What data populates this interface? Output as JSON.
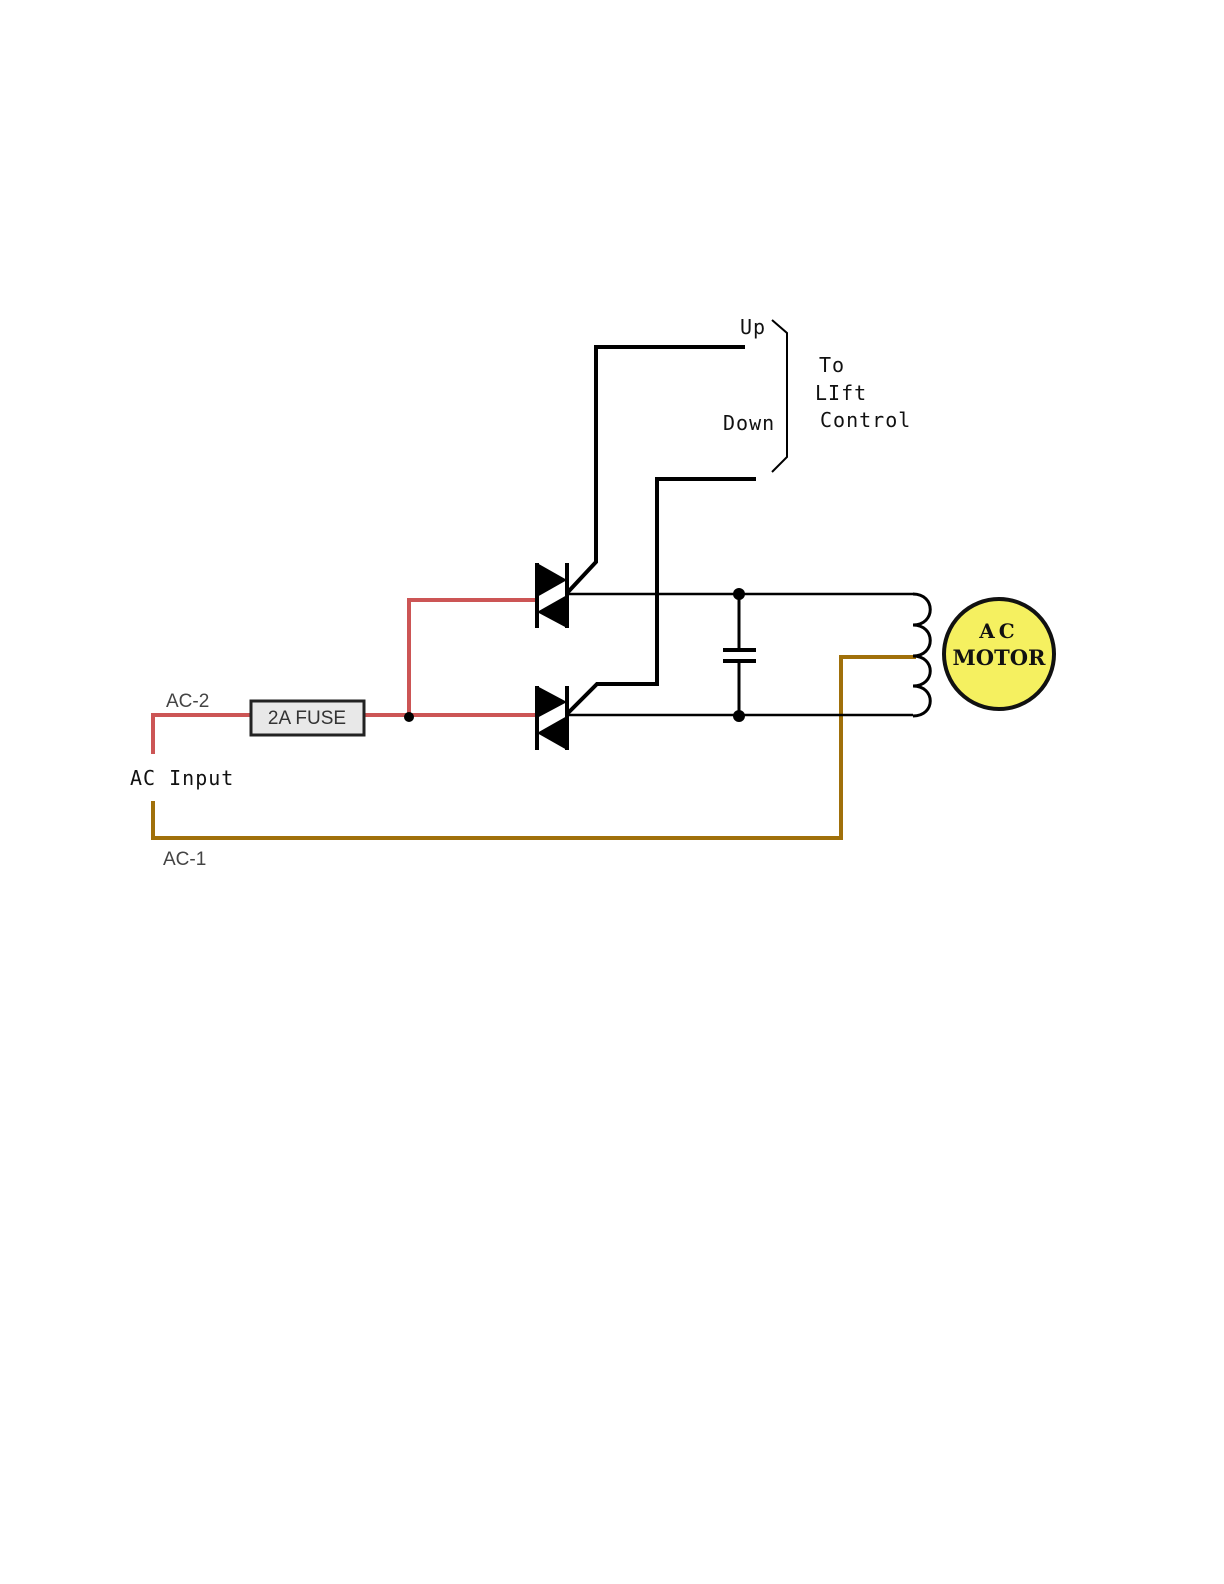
{
  "labels": {
    "up": "Up",
    "down": "Down",
    "to": "To",
    "lift": "LIft",
    "control": "Control",
    "ac2": "AC-2",
    "ac1": "AC-1",
    "ac_input": "AC Input",
    "fuse": "2A FUSE",
    "motor_line1": "AC",
    "motor_line2": "MOTOR"
  },
  "colors": {
    "ac2_wire": "#cc5555",
    "ac1_wire": "#a0700a",
    "control_wire": "#000000",
    "motor_fill": "#f5f060",
    "fuse_fill": "#e8e8e8"
  }
}
